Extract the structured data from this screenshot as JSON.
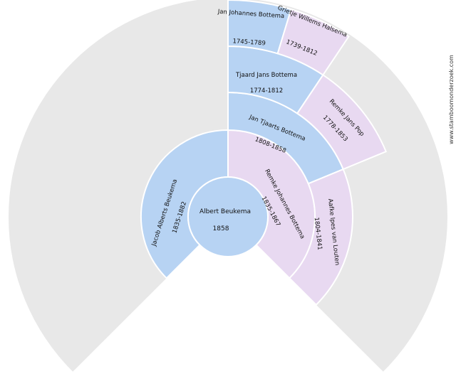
{
  "colors": {
    "background_wedge": "#e8e8e8",
    "male": "#b7d3f3",
    "female": "#e8d9f1",
    "separator": "#ffffff",
    "text": "#111111"
  },
  "root": {
    "name": "Albert Beukema",
    "years": "1858"
  },
  "ancestors": [
    {
      "id": "father",
      "name": "Jacob Alberts Beukema",
      "years": "1835-1882",
      "sex": "male"
    },
    {
      "id": "mother",
      "name": "Remke Johannes Bottema",
      "years": "1835-1867",
      "sex": "female"
    },
    {
      "id": "mf",
      "name": "Jan Tjaarts Bottema",
      "years": "1808-1858",
      "sex": "male"
    },
    {
      "id": "mm",
      "name": "Aafke Ipes van Louten",
      "years": "1804-1841",
      "sex": "female"
    },
    {
      "id": "mff",
      "name": "Tjaard Jans Bottema",
      "years": "1774-1812",
      "sex": "male"
    },
    {
      "id": "mfm",
      "name": "Remke Jans Pop",
      "years": "1778-1853",
      "sex": "female"
    },
    {
      "id": "mfff",
      "name": "Jan Johannes Bottema",
      "years": "1745-1789",
      "sex": "male"
    },
    {
      "id": "mffm",
      "name": "Grietje Willems Halsema",
      "years": "1739-1812",
      "sex": "female"
    }
  ],
  "watermark": "www.stamboomonderzoek.com"
}
